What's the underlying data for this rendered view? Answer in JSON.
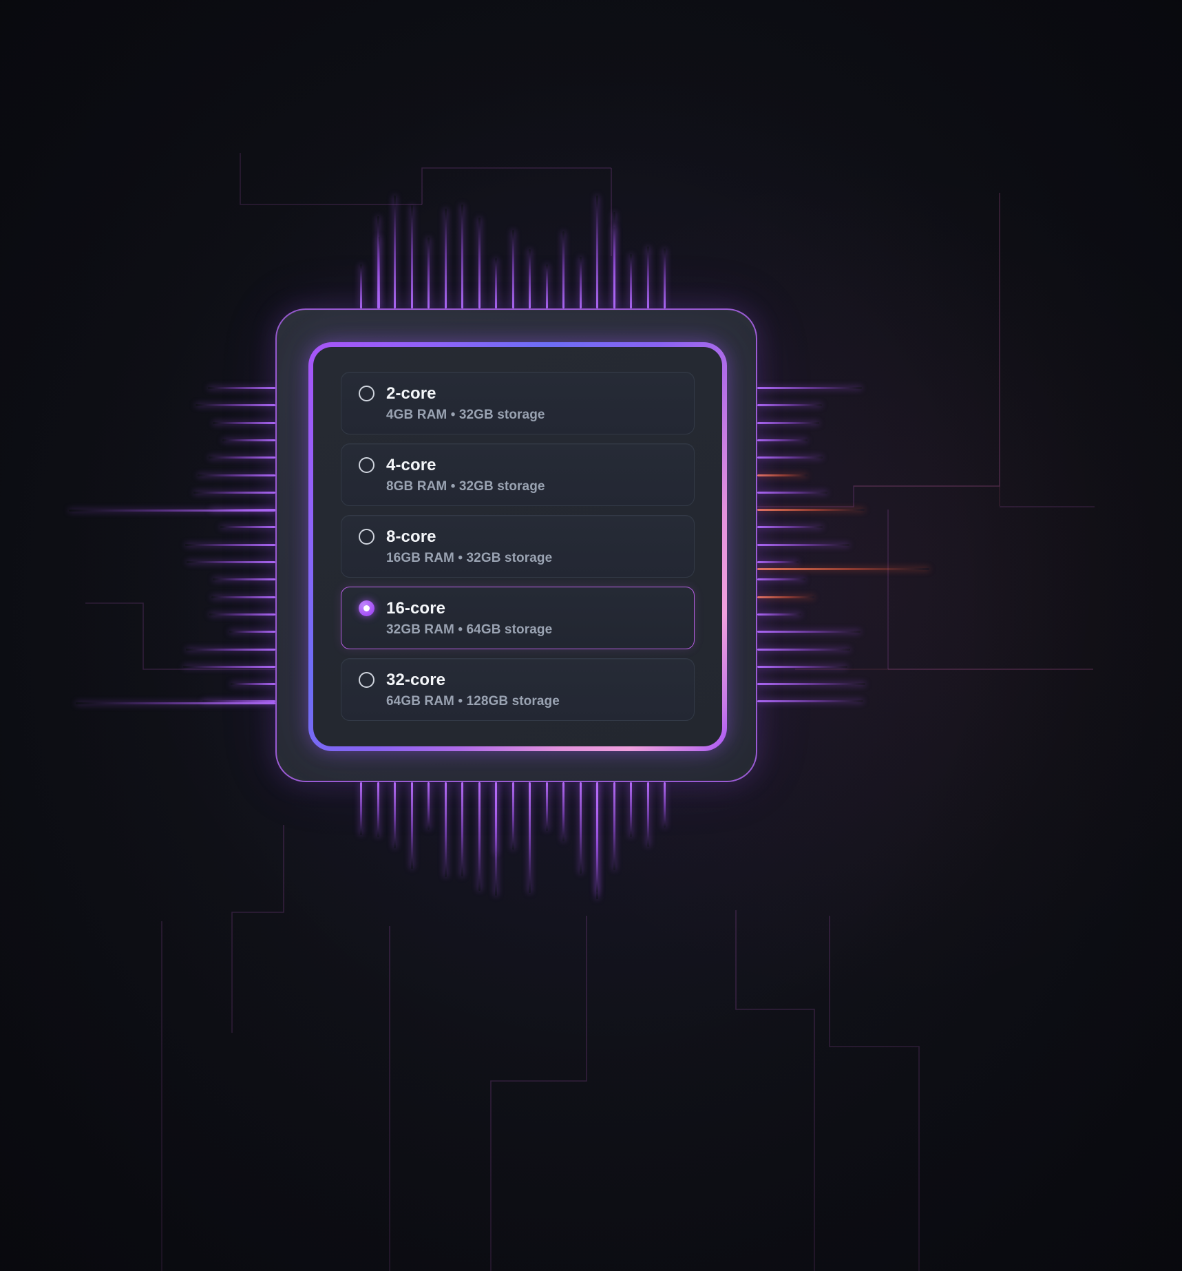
{
  "scene": {
    "background_color": "#101118",
    "accent_purple": "#a855f7",
    "accent_blue": "#6d6ef5",
    "accent_pink": "#efa0dd",
    "accent_warm": "#ef7a55",
    "chip_body_color": "#2a2e38",
    "card_color": "#242934",
    "selected_border_color": "#b45ee0"
  },
  "chip_selector": {
    "name": "processor-core-selector",
    "selected_value": "16-core",
    "options": [
      {
        "id": "2-core",
        "label": "2-core",
        "spec": "4GB RAM • 32GB storage",
        "ram": "4GB",
        "storage": "32GB",
        "selected": false
      },
      {
        "id": "4-core",
        "label": "4-core",
        "spec": "8GB RAM • 32GB storage",
        "ram": "8GB",
        "storage": "32GB",
        "selected": false
      },
      {
        "id": "8-core",
        "label": "8-core",
        "spec": "16GB RAM • 32GB storage",
        "ram": "16GB",
        "storage": "32GB",
        "selected": false
      },
      {
        "id": "16-core",
        "label": "16-core",
        "spec": "32GB RAM • 64GB storage",
        "ram": "32GB",
        "storage": "64GB",
        "selected": true
      },
      {
        "id": "32-core",
        "label": "32-core",
        "spec": "64GB RAM • 128GB storage",
        "ram": "64GB",
        "storage": "128GB",
        "selected": false
      }
    ]
  }
}
